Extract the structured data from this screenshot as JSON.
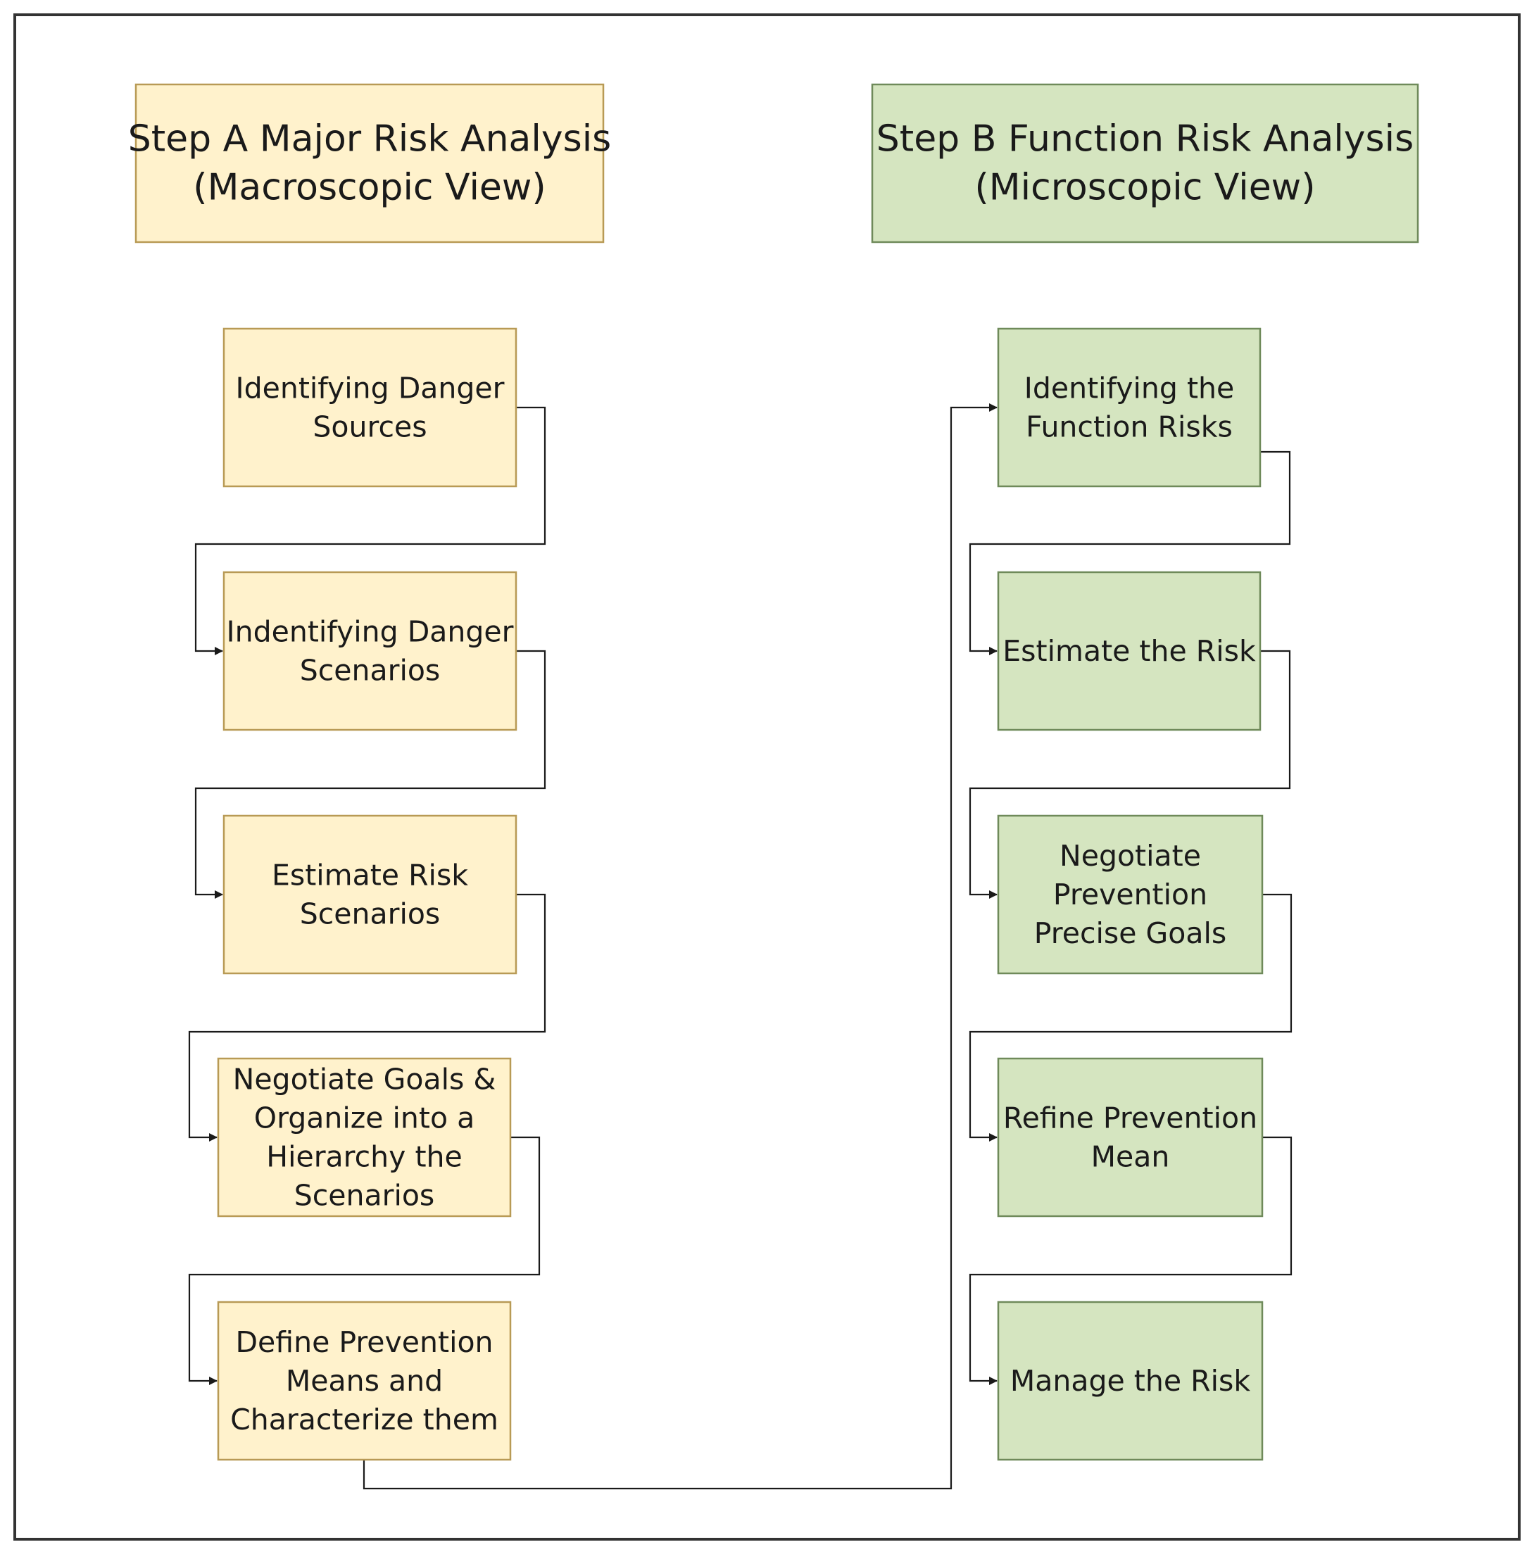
{
  "colors": {
    "step_a_fill": "#fff2cc",
    "step_a_stroke": "#b89a55",
    "step_b_fill": "#d5e5c0",
    "step_b_stroke": "#6f8a5a",
    "frame": "#333333",
    "line": "#1a1a1a"
  },
  "headers": {
    "step_a": [
      "Step A Major Risk Analysis",
      "(Macroscopic View)"
    ],
    "step_b": [
      "Step B Function Risk Analysis",
      "(Microscopic View)"
    ]
  },
  "step_a_boxes": [
    [
      "Identifying Danger",
      "Sources"
    ],
    [
      "Indentifying Danger",
      "Scenarios"
    ],
    [
      "Estimate Risk",
      "Scenarios"
    ],
    [
      "Negotiate Goals &",
      "Organize into a",
      "Hierarchy the",
      "Scenarios"
    ],
    [
      "Define Prevention",
      "Means and",
      "Characterize them"
    ]
  ],
  "step_b_boxes": [
    [
      "Identifying the",
      "Function Risks"
    ],
    [
      "Estimate the Risk"
    ],
    [
      "Negotiate",
      "Prevention",
      "Precise Goals"
    ],
    [
      "Refine Prevention",
      "Mean"
    ],
    [
      "Manage the Risk"
    ]
  ]
}
